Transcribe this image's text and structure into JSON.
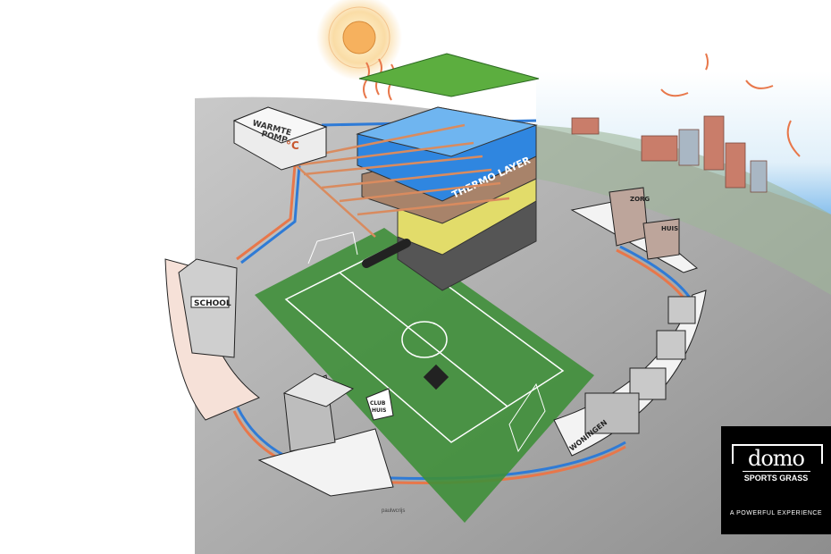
{
  "labels": {
    "heat_pump_line1": "WARMTE",
    "heat_pump_line2": "POMP",
    "heat_pump_symbol": "°C",
    "thermo_layer": "THERMO LAYER",
    "school": "SCHOOL",
    "care_home_line1": "ZORG",
    "care_home_line2": "HUIS",
    "houses": "WONINGEN",
    "clubhouse_line1": "CLUB",
    "clubhouse_line2": "HUIS",
    "signature": "paulwcrijs"
  },
  "logo": {
    "brand": "domo",
    "subtitle": "SPORTS GRASS",
    "tagline": "A POWERFUL EXPERIENCE"
  },
  "colors": {
    "pipe_hot": "#e8774a",
    "pipe_cold": "#2f7bd6",
    "pitch": "#3f8f3a",
    "thermo": "#2f86e0"
  }
}
